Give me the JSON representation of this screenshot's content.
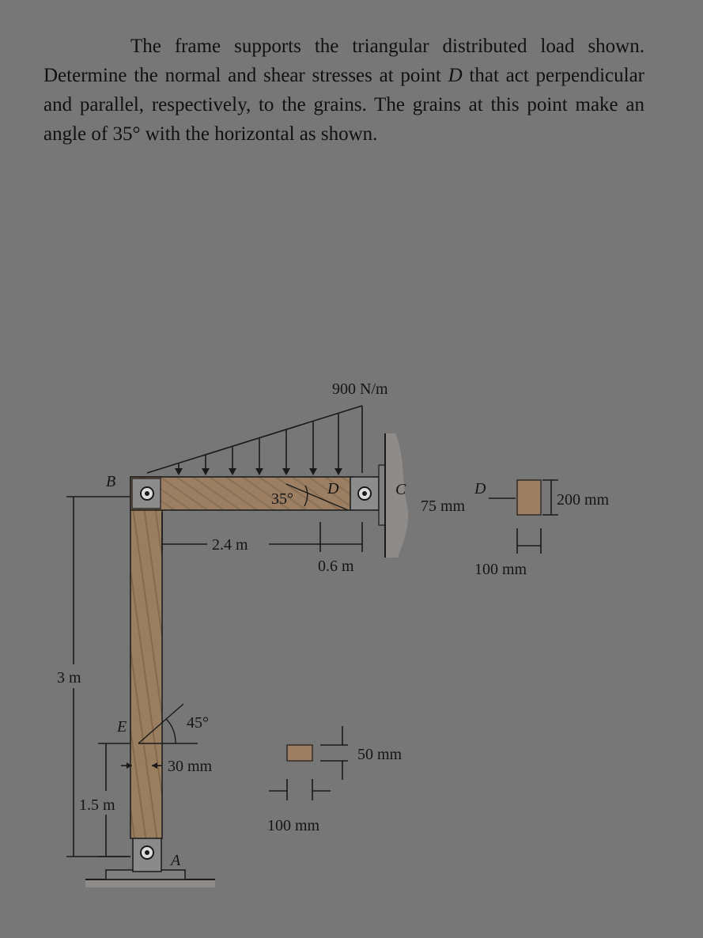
{
  "problem": {
    "t1": "The frame supports the triangular distributed load shown. Determine the normal and shear stresses at point ",
    "point": "D",
    "t2": " that act perpendicular and parallel, respectively, to the grains. The grains at this point make an angle of 35° with the horizontal as shown."
  },
  "figure": {
    "load": "900 N/m",
    "point_b": "B",
    "point_c": "C",
    "point_d": "D",
    "point_d2": "D",
    "point_e": "E",
    "point_a": "A",
    "angle_d": "35°",
    "angle_e": "45°",
    "dim_24": "2.4 m",
    "dim_06": "0.6 m",
    "dim_3": "3 m",
    "dim_15": "1.5 m",
    "dim_30": "30 mm",
    "dim_75": "75 mm",
    "dim_200": "200 mm",
    "dim_100a": "100 mm",
    "dim_50": "50 mm",
    "dim_100b": "100 mm"
  },
  "colors": {
    "background": "#777777",
    "wood": "#9c7f62",
    "wood_grain": "#8a6f54",
    "wall": "#8e8b88",
    "text": "#111111"
  }
}
